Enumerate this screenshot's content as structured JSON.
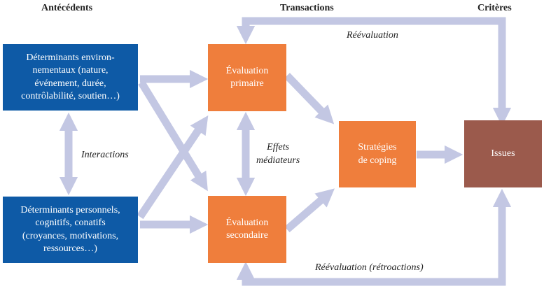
{
  "headers": {
    "antecedents": "Antécédents",
    "transactions": "Transactions",
    "criteres": "Critères"
  },
  "boxes": {
    "env": "Déterminants environ-\nnementaux (nature,\névénement, durée,\ncontrôlabilité, soutien…)",
    "pers": "Déterminants personnels,\ncognitifs, conatifs\n(croyances, motivations,\nressources…)",
    "primaire": "Évaluation\nprimaire",
    "secondaire": "Évaluation\nsecondaire",
    "coping": "Stratégies\nde coping",
    "issues": "Issues"
  },
  "labels": {
    "interactions": "Interactions",
    "effets": "Effets\nmédiateurs",
    "reevaluation_top": "Réévaluation",
    "reevaluation_bottom": "Réévaluation (rétroactions)"
  },
  "colors": {
    "blue": "#0e5aa6",
    "orange": "#ef7e3c",
    "brown": "#9b5a4c",
    "arrow": "#c3c7e3"
  }
}
